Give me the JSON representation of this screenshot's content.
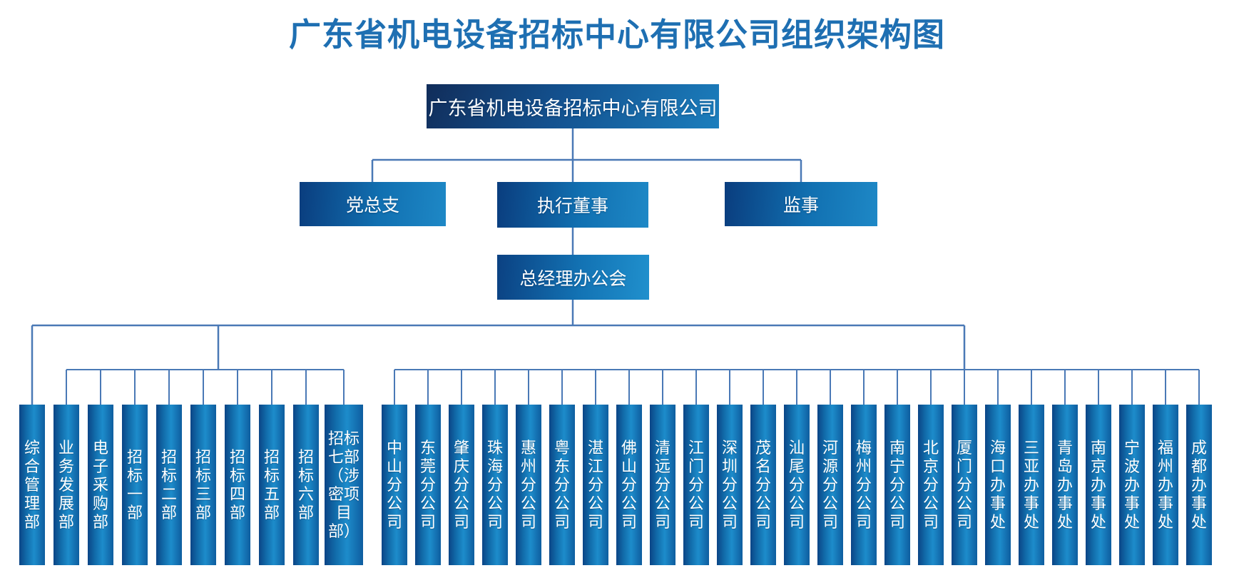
{
  "title": "广东省机电设备招标中心有限公司组织架构图",
  "colors": {
    "title_blue": "#1e6fb2",
    "node_gradient_dark": "#0b4182",
    "node_gradient_light": "#1e88c6",
    "bar_gradient_dark": "#0b4486",
    "bar_gradient_light": "#1d8ccb",
    "connector_line": "#4a79b6",
    "node_text": "#ffffff"
  },
  "org": {
    "root": "广东省机电设备招标中心有限公司",
    "level2": [
      {
        "label": "党总支"
      },
      {
        "label": "执行董事"
      },
      {
        "label": "监事"
      }
    ],
    "level3": {
      "label": "总经理办公会"
    },
    "departments": [
      "综合管理部",
      "业务发展部",
      "电子采购部",
      "招标一部",
      "招标二部",
      "招标三部",
      "招标四部",
      "招标五部",
      "招标六部",
      "招标七部（涉密项目部）"
    ],
    "branches": [
      "中山分公司",
      "东莞分公司",
      "肇庆分公司",
      "珠海分公司",
      "惠州分公司",
      "粤东分公司",
      "湛江分公司",
      "佛山分公司",
      "清远分公司",
      "江门分公司",
      "深圳分公司",
      "茂名分公司",
      "汕尾分公司",
      "河源分公司",
      "梅州分公司",
      "南宁分公司",
      "北京分公司",
      "厦门分公司"
    ],
    "offices": [
      "海口办事处",
      "三亚办事处",
      "青岛办事处",
      "南京办事处",
      "宁波办事处",
      "福州办事处",
      "成都办事处"
    ]
  }
}
